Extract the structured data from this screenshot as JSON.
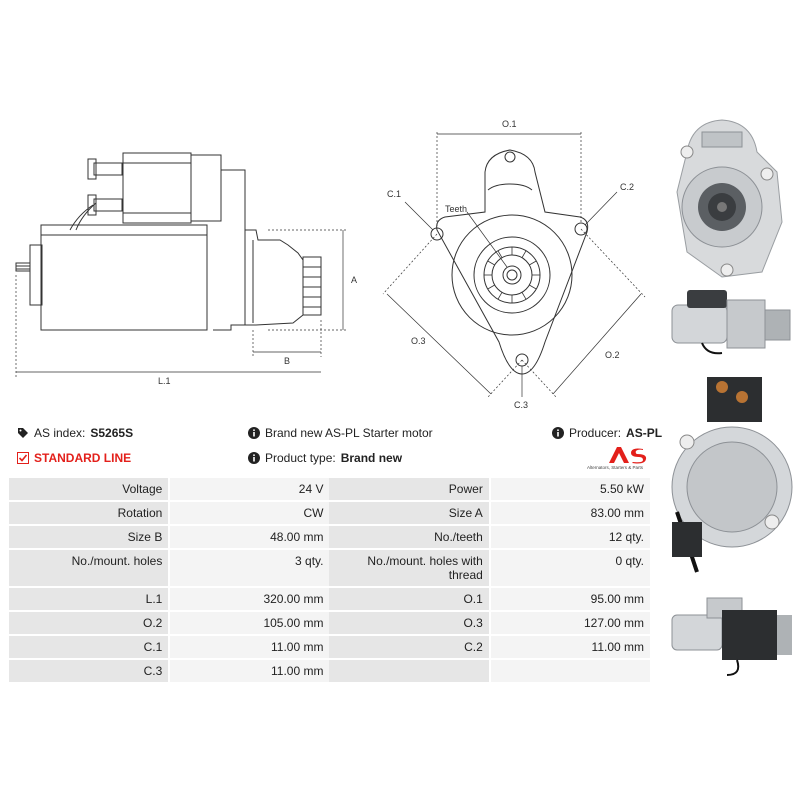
{
  "drawing": {
    "side_view": {
      "dim_a": "A",
      "dim_b": "B",
      "dim_l1": "L.1"
    },
    "front_view": {
      "o1": "O.1",
      "o2": "O.2",
      "o3": "O.3",
      "c1": "C.1",
      "c2": "C.2",
      "c3": "C.3",
      "teeth": "Teeth"
    }
  },
  "info": {
    "as_index_label": "AS index:",
    "as_index_value": "S5265S",
    "line_label": "STANDARD LINE",
    "description": "Brand new AS-PL Starter motor",
    "product_type_label": "Product type:",
    "product_type_value": "Brand new",
    "producer_label": "Producer:",
    "producer_value": "AS-PL",
    "logo_tagline": "Alternators, Starters & Parts"
  },
  "specs": [
    [
      {
        "label": "Voltage",
        "value": "24 V"
      },
      {
        "label": "Power",
        "value": "5.50 kW"
      }
    ],
    [
      {
        "label": "Rotation",
        "value": "CW"
      },
      {
        "label": "Size A",
        "value": "83.00 mm"
      }
    ],
    [
      {
        "label": "Size B",
        "value": "48.00 mm"
      },
      {
        "label": "No./teeth",
        "value": "12 qty."
      }
    ],
    [
      {
        "label": "No./mount. holes",
        "value": "3 qty."
      },
      {
        "label": "No./mount. holes with thread",
        "value": "0 qty."
      }
    ],
    [
      {
        "label": "L.1",
        "value": "320.00 mm"
      },
      {
        "label": "O.1",
        "value": "95.00 mm"
      }
    ],
    [
      {
        "label": "O.2",
        "value": "105.00 mm"
      },
      {
        "label": "O.3",
        "value": "127.00 mm"
      }
    ],
    [
      {
        "label": "C.1",
        "value": "11.00 mm"
      },
      {
        "label": "C.2",
        "value": "11.00 mm"
      }
    ],
    [
      {
        "label": "C.3",
        "value": "11.00 mm"
      },
      {
        "label": "",
        "value": ""
      }
    ]
  ],
  "colors": {
    "accent_red": "#e3201b",
    "label_bg": "#e6e6e6",
    "value_bg": "#f4f4f4"
  }
}
